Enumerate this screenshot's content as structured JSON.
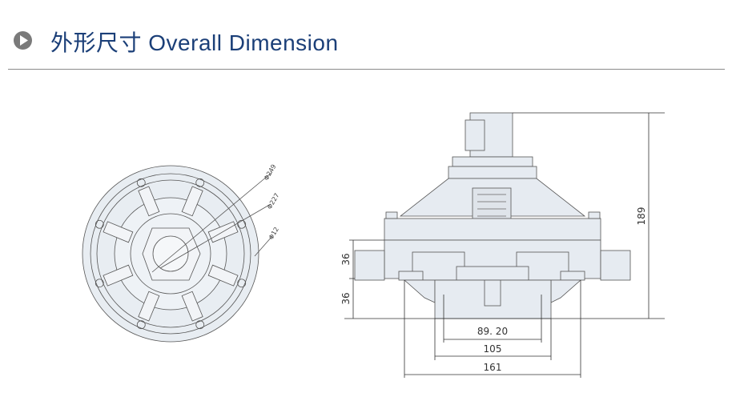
{
  "header": {
    "icon": "play-circle-icon",
    "title": "外形尺寸 Overall Dimension"
  },
  "top_view": {
    "diameter_labels": [
      "Φ249",
      "Φ227",
      "Φ12"
    ]
  },
  "side_view": {
    "dimensions": {
      "total_height": "189",
      "upper_height": "36",
      "lower_height": "36",
      "inner_width": "89. 20",
      "outlet_width": "105",
      "overall_width": "161"
    }
  },
  "colors": {
    "title": "#1b3f78",
    "body_fill": "#e6ebf1",
    "line": "#444444"
  }
}
